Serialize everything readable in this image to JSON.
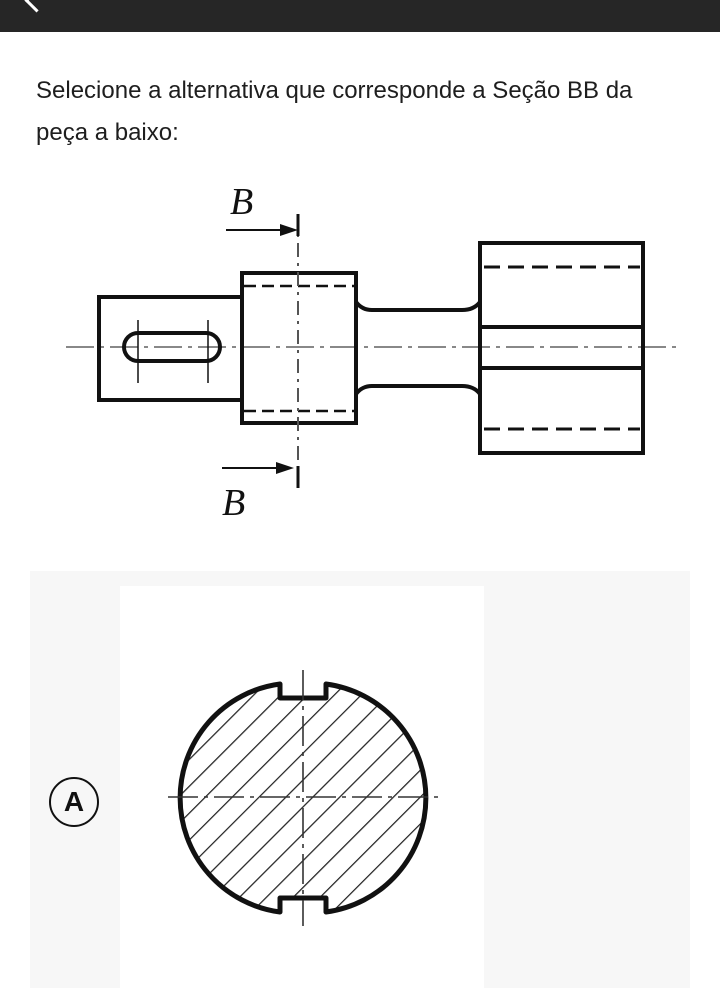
{
  "question": {
    "text": "Selecione a alternativa que corresponde a Seção BB da peça a baixo:"
  },
  "drawing": {
    "section_label_top": "B",
    "section_label_bottom": "B"
  },
  "options": [
    {
      "letter": "A"
    }
  ],
  "colors": {
    "topbar": "#262626",
    "option_background": "#f7f7f7",
    "line": "#111111"
  },
  "icons": {
    "back": "chevron-left-icon"
  }
}
